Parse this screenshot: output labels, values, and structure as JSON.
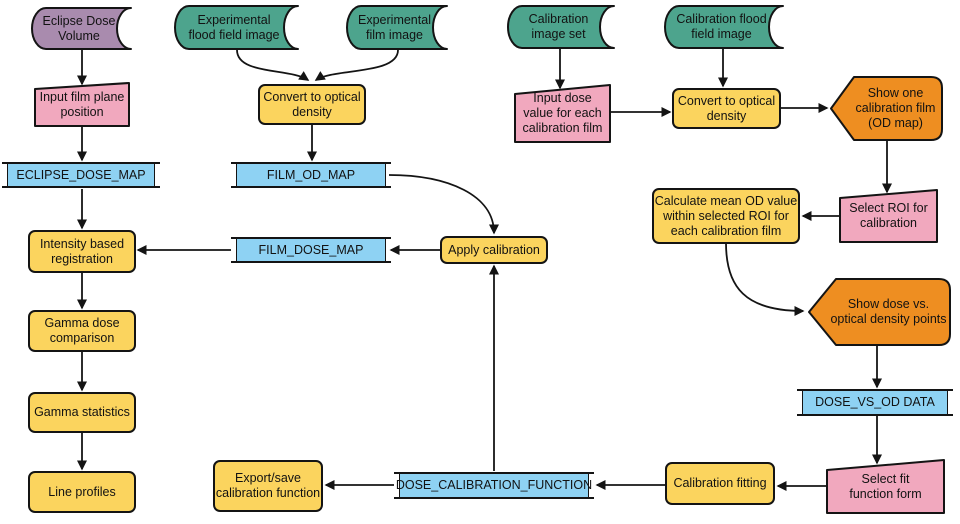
{
  "colors": {
    "process": "#FBD45E",
    "data_store": "#8ED2F3",
    "input": "#F1A8BE",
    "source": "#4DA48D",
    "volume": "#A98BAE",
    "display": "#EE8E21",
    "stroke": "#141414"
  },
  "nodes": {
    "eclipse_dose_volume": "Eclipse Dose\nVolume",
    "experimental_flood_field_image": "Experimental\nflood field image",
    "experimental_film_image": "Experimental\nfilm image",
    "calibration_image_set": "Calibration\nimage set",
    "calibration_flood_field_image": "Calibration flood\nfield image",
    "input_film_plane_position": "Input film plane\nposition",
    "convert_to_od_experimental": "Convert to optical\ndensity",
    "input_dose_value": "Input dose\nvalue for each\ncalibration film",
    "convert_to_od_calibration": "Convert to optical\ndensity",
    "show_one_calibration_film": "Show one\ncalibration film\n(OD map)",
    "eclipse_dose_map": "ECLIPSE_DOSE_MAP",
    "film_od_map": "FILM_OD_MAP",
    "select_roi": "Select ROI for\ncalibration",
    "calculate_mean_od": "Calculate mean OD value\nwithin selected ROI for\neach calibration film",
    "intensity_based_registration": "Intensity based\nregistration",
    "film_dose_map": "FILM_DOSE_MAP",
    "apply_calibration": "Apply calibration",
    "show_dose_vs_od_points": "Show dose vs.\noptical density points",
    "gamma_dose_comparison": "Gamma dose\ncomparison",
    "dose_vs_od_data": "DOSE_VS_OD DATA",
    "gamma_statistics": "Gamma statistics",
    "select_fit_function": "Select fit\nfunction form",
    "calibration_fitting": "Calibration fitting",
    "line_profiles": "Line profiles",
    "export_save_calibration": "Export/save\ncalibration function",
    "dose_calibration_function": "DOSE_CALIBRATION_FUNCTION"
  }
}
